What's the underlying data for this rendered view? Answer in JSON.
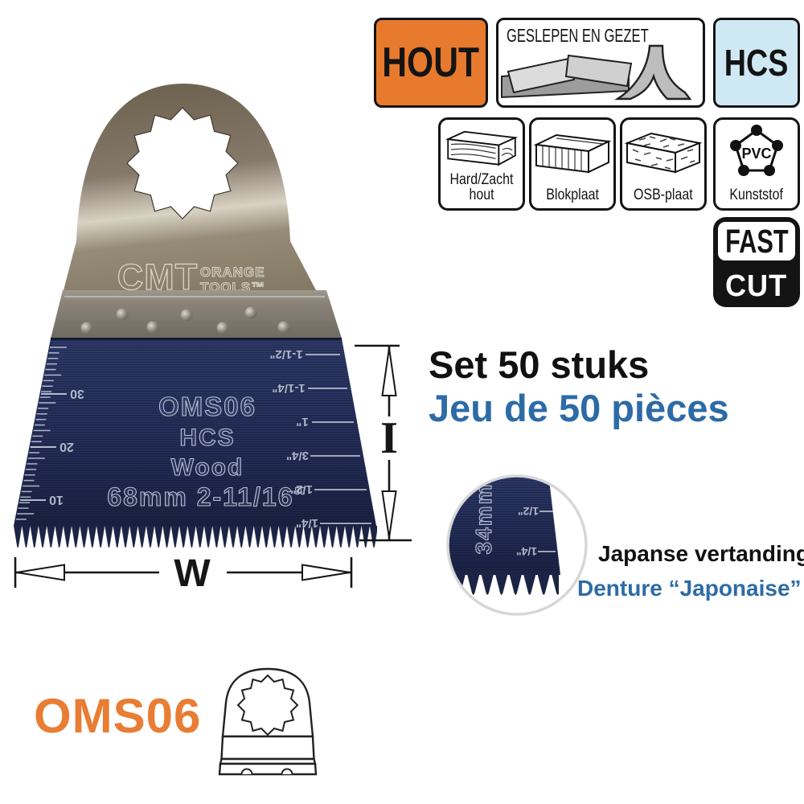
{
  "badges": {
    "hout": {
      "label": "HOUT",
      "bg": "#e87a2e",
      "icon": "wood-material-badge"
    },
    "sharpened": {
      "label": "GESLEPEN EN GEZET",
      "icon": "sharpened-set-teeth-icon"
    },
    "hcs": {
      "label": "HCS",
      "bg": "#cfe9f4"
    },
    "materials": [
      {
        "caption1": "Hard/Zacht",
        "caption2": "hout",
        "icon": "wood-board-icon"
      },
      {
        "caption1": "Blokplaat",
        "caption2": "",
        "icon": "blockboard-icon"
      },
      {
        "caption1": "OSB-plaat",
        "caption2": "",
        "icon": "osb-board-icon"
      },
      {
        "caption1": "Kunststof",
        "caption2": "",
        "icon": "pvc-pentagon-icon",
        "icon_label": "PVC"
      }
    ],
    "fast_cut": {
      "line1": "FAST",
      "line2": "CUT"
    }
  },
  "blade": {
    "brand": "CMT",
    "brand_line1": "ORANGE",
    "brand_line2": "TOOLS™",
    "engraving": {
      "model": "OMS06",
      "steel": "HCS",
      "material": "Wood",
      "size": "68mm 2-11/16\""
    },
    "mm_scale": [
      "30",
      "20",
      "10"
    ],
    "inch_scale": [
      "1-1/2\"",
      "1-1/4\"",
      "1\"",
      "3/4\"",
      "1/2\"",
      "1/4\""
    ]
  },
  "dimensions": {
    "width_label": "W",
    "height_label": "I"
  },
  "set_info": {
    "line1": "Set 50 stuks",
    "line2": "Jeu de 50 pièces"
  },
  "inset": {
    "size": "34mm",
    "scale": [
      "1/2\"",
      "1/4\""
    ]
  },
  "tooth_type": {
    "line1": "Japanse vertanding",
    "line2": "Denture “Japonaise”"
  },
  "footer": {
    "model": "OMS06"
  },
  "colors": {
    "accent_orange": "#e87a2e",
    "brand_blue": "#2d6ba6",
    "hcs_badge_bg": "#cfe9f4",
    "blade_navy": "#232e5a"
  }
}
